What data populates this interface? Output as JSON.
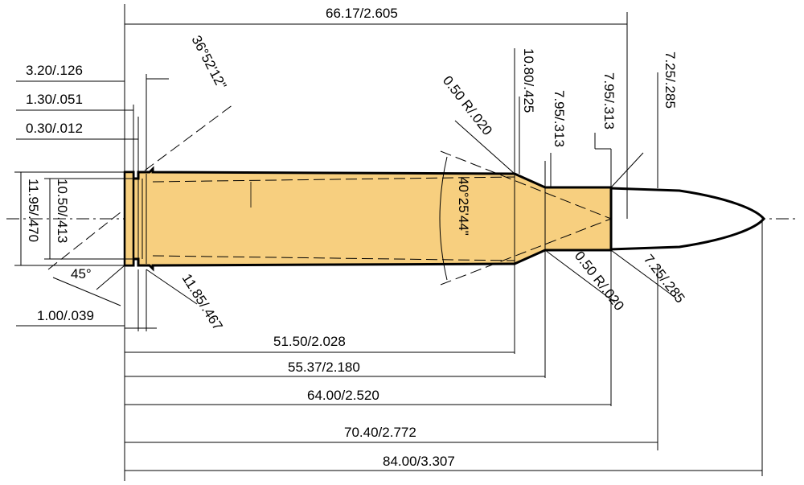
{
  "colors": {
    "case_fill": "#f7cf7f",
    "bullet_fill": "#ffffff",
    "line": "#000000"
  },
  "dimensions": {
    "overall_case_length_top": "66.17/2.605",
    "rim_thickness": "3.20/.126",
    "extractor_groove_width": "1.30/.051",
    "groove_offset": "0.30/.012",
    "groove_angle": "36°52'12\"",
    "shoulder_radius_top": "0.50 R/.020",
    "shoulder_diameter": "10.80/.425",
    "neck_diameter_a": "7.95/.313",
    "neck_diameter_b": "7.95/.313",
    "bullet_diameter_top": "7.25/.285",
    "rim_diameter": "11.95/.470",
    "groove_diameter": "10.50/.413",
    "chamfer_angle": "45°",
    "chamfer_length": "1.00/.039",
    "base_diameter": "11.85/.467",
    "shoulder_angle": "40°25'44\"",
    "shoulder_radius_bottom": "0.50 R/.020",
    "bullet_diameter_bottom": "7.25/.285",
    "length_to_shoulder": "51.50/2.028",
    "length_to_neck": "55.37/2.180",
    "case_length": "64.00/2.520",
    "length_to_ogive": "70.40/2.772",
    "overall_length": "84.00/3.307"
  }
}
